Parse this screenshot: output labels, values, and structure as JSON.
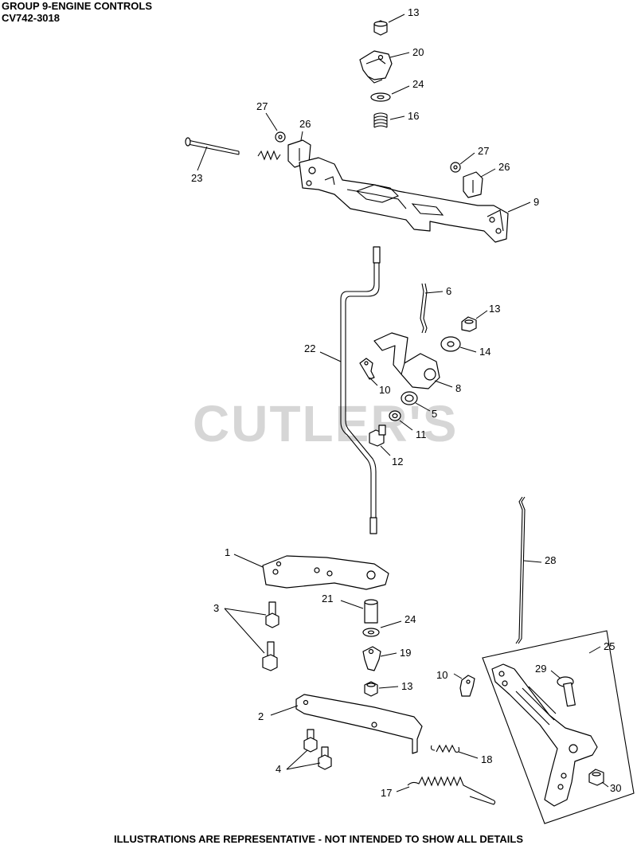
{
  "header": {
    "line1": "GROUP 9-ENGINE CONTROLS",
    "line2": "CV742-3018"
  },
  "watermark": "CUTLER'S",
  "footer": "ILLUSTRATIONS ARE REPRESENTATIVE - NOT INTENDED TO SHOW ALL DETAILS",
  "callouts": {
    "c13a": "13",
    "c20": "20",
    "c24a": "24",
    "c16": "16",
    "c27a": "27",
    "c26a": "26",
    "c23": "23",
    "c27b": "27",
    "c26b": "26",
    "c9": "9",
    "c6": "6",
    "c13b": "13",
    "c22": "22",
    "c14": "14",
    "c10a": "10",
    "c8": "8",
    "c5": "5",
    "c11": "11",
    "c12": "12",
    "c1": "1",
    "c28": "28",
    "c21": "21",
    "c24b": "24",
    "c3": "3",
    "c25": "25",
    "c19": "19",
    "c29": "29",
    "c10b": "10",
    "c13c": "13",
    "c2": "2",
    "c18": "18",
    "c4": "4",
    "c17": "17",
    "c30": "30"
  }
}
